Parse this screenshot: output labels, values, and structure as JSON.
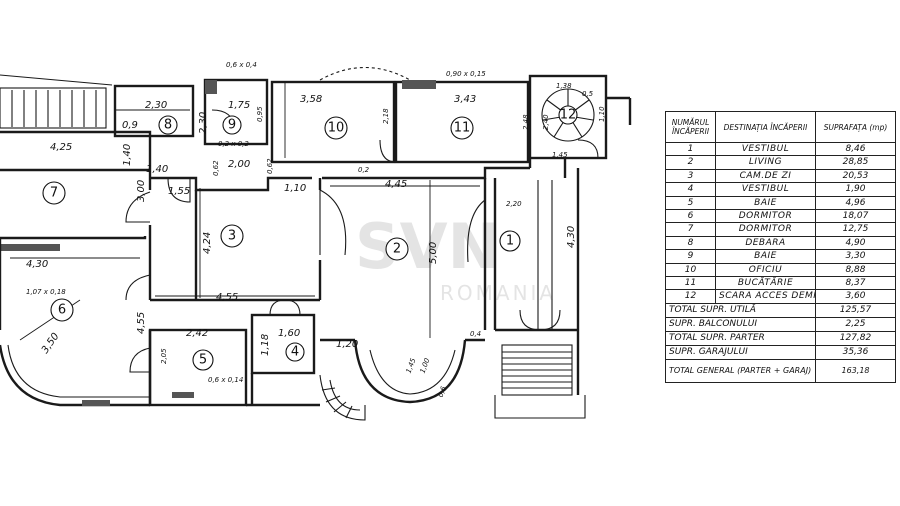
{
  "rooms": [
    {
      "id": "1",
      "label": "1"
    },
    {
      "id": "2",
      "label": "2"
    },
    {
      "id": "3",
      "label": "3"
    },
    {
      "id": "4",
      "label": "4"
    },
    {
      "id": "5",
      "label": "5"
    },
    {
      "id": "6",
      "label": "6"
    },
    {
      "id": "7",
      "label": "7"
    },
    {
      "id": "8",
      "label": "8"
    },
    {
      "id": "9",
      "label": "9"
    },
    {
      "id": "10",
      "label": "10"
    },
    {
      "id": "11",
      "label": "11"
    },
    {
      "id": "12",
      "label": "12"
    }
  ],
  "dimensions": {
    "d_4_25": "4,25",
    "d_2_30": "2,30",
    "d_0_9": "0,9",
    "d_1_40a": "1,40",
    "d_1_40b": "1,40",
    "d_3_00": "3,00",
    "d_1_55": "1,55",
    "d_0_62a": "0,62",
    "d_2_00": "2,00",
    "d_0_62b": "0,62",
    "d_1_75": "1,75",
    "d_2_30b": "2,30",
    "d_0_95": "0,95",
    "d_0_6x0_4": "0,6 x 0,4",
    "d_0_2x0_2": "0,2 x 0,2",
    "d_3_58": "3,58",
    "d_2_18": "2,18",
    "d_3_43": "3,43",
    "d_2_48": "2,48",
    "d_0_90x0_15": "0,90 x 0,15",
    "d_1_38": "1,38",
    "d_0_5": "0,5",
    "d_2_40": "2,40",
    "d_1_10a": "1,10",
    "d_1_45": "1,45",
    "d_0_2": "0,2",
    "d_1_10b": "1,10",
    "d_4_45": "4,45",
    "d_2_20": "2,20",
    "d_4_30a": "4,30",
    "d_4_30b": "4,30",
    "d_4_24": "4,24",
    "d_5_00": "5,00",
    "d_1_07x0_18": "1,07 x 0,18",
    "d_4_55a": "4,55",
    "d_3_50": "3,50",
    "d_4_55b": "4,55",
    "d_2_42": "2,42",
    "d_1_60": "1,60",
    "d_1_18": "1,18",
    "d_1_20": "1,20",
    "d_0_4": "0,4",
    "d_2_05": "2,05",
    "d_0_6x0_14": "0,6 x 0,14",
    "d_1_45b": "1,45",
    "d_1_00": "1,00",
    "d_0_6": "0,6"
  },
  "watermark": {
    "brand": "SVN",
    "sub": "ROMANIA"
  },
  "table": {
    "headers": [
      "NUMĂRUL ÎNCĂPERII",
      "DESTINAȚIA ÎNCĂPERII",
      "SUPRAFAȚA (mp)"
    ],
    "rows": [
      {
        "num": "1",
        "dest": "VESTIBUL",
        "area": "8,46"
      },
      {
        "num": "2",
        "dest": "LIVING",
        "area": "28,85"
      },
      {
        "num": "3",
        "dest": "CAM.DE ZI",
        "area": "20,53"
      },
      {
        "num": "4",
        "dest": "VESTIBUL",
        "area": "1,90"
      },
      {
        "num": "5",
        "dest": "BAIE",
        "area": "4,96"
      },
      {
        "num": "6",
        "dest": "DORMITOR",
        "area": "18,07"
      },
      {
        "num": "7",
        "dest": "DORMITOR",
        "area": "12,75"
      },
      {
        "num": "8",
        "dest": "DEBARA",
        "area": "4,90"
      },
      {
        "num": "9",
        "dest": "BAIE",
        "area": "3,30"
      },
      {
        "num": "10",
        "dest": "OFICIU",
        "area": "8,88"
      },
      {
        "num": "11",
        "dest": "BUCĂTĂRIE",
        "area": "8,37"
      },
      {
        "num": "12",
        "dest": "SCARA ACCES DEMISOL",
        "area": "3,60"
      }
    ],
    "totals": [
      {
        "label": "TOTAL SUPR. UTILĂ",
        "area": "125,57"
      },
      {
        "label": "SUPR. BALCONULUI",
        "area": "2,25"
      },
      {
        "label": "TOTAL SUPR. PARTER",
        "area": "127,82"
      },
      {
        "label": "SUPR. GARAJULUI",
        "area": "35,36"
      }
    ],
    "general": {
      "label": "TOTAL GENERAL (PARTER + GARAJ)",
      "area": "163,18"
    }
  }
}
